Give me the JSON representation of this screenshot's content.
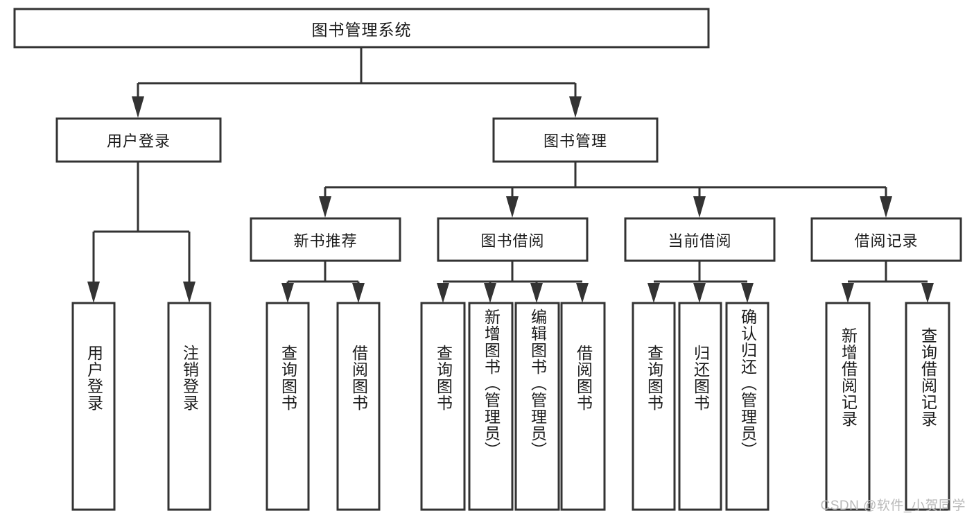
{
  "diagram": {
    "type": "tree-hierarchy-diagram",
    "title": "图书管理系统",
    "watermark": "CSDN @软件_小贺同学",
    "colors": {
      "background": "#ffffff",
      "stroke": "#333333",
      "box_fill": "#ffffff",
      "text": "#1a1a1a",
      "watermark": "#b9b9b9"
    },
    "root": {
      "label": "图书管理系统",
      "orientation": "horizontal"
    },
    "level2": [
      {
        "label": "用户登录",
        "orientation": "horizontal"
      },
      {
        "label": "图书管理",
        "orientation": "horizontal"
      }
    ],
    "level3": [
      {
        "label": "新书推荐",
        "orientation": "horizontal"
      },
      {
        "label": "图书借阅",
        "orientation": "horizontal"
      },
      {
        "label": "当前借阅",
        "orientation": "horizontal"
      },
      {
        "label": "借阅记录",
        "orientation": "horizontal"
      }
    ],
    "leaves": {
      "user_login": [
        {
          "label": "用户登录",
          "orientation": "vertical"
        },
        {
          "label": "注销登录",
          "orientation": "vertical"
        }
      ],
      "new_book_recommend": [
        {
          "label": "查询图书",
          "orientation": "vertical"
        },
        {
          "label": "借阅图书",
          "orientation": "vertical"
        }
      ],
      "book_borrow": [
        {
          "label": "查询图书",
          "orientation": "vertical"
        },
        {
          "label": "新增图书（管理员）",
          "orientation": "vertical"
        },
        {
          "label": "编辑图书（管理员）",
          "orientation": "vertical"
        },
        {
          "label": "借阅图书",
          "orientation": "vertical"
        }
      ],
      "current_borrow": [
        {
          "label": "查询图书",
          "orientation": "vertical"
        },
        {
          "label": "归还图书",
          "orientation": "vertical"
        },
        {
          "label": "确认归还（管理员）",
          "orientation": "vertical"
        }
      ],
      "borrow_record": [
        {
          "label": "新增借阅记录",
          "orientation": "vertical"
        },
        {
          "label": "查询借阅记录",
          "orientation": "vertical"
        }
      ]
    }
  }
}
